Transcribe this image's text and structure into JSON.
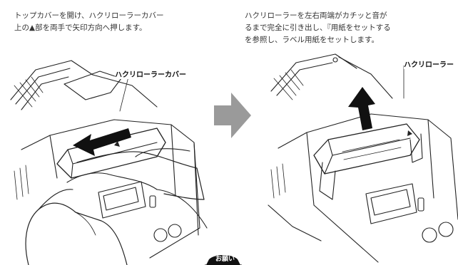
{
  "steps": [
    {
      "lines": [
        "トップカバーを開け、ハクリローラーカバー",
        "上の▲部を両手で矢印方向へ押します。"
      ],
      "callout": "ハクリローラーカバー"
    },
    {
      "lines": [
        "ハクリローラーを左右両端がカチッと音が",
        "るまで完全に引き出し、『用紙をセットする",
        "を参照し、ラベル用紙をセットします。"
      ],
      "callout": "ハクリローラー"
    }
  ],
  "notice": {
    "label": "お願い"
  },
  "icons": {
    "next_arrow": "right-arrow-icon",
    "push_arrow": "left-arrow-icon",
    "pull_arrow": "up-arrow-icon"
  },
  "colors": {
    "arrow": "#9a9a9a",
    "ink": "#222222",
    "action_arrow": "#111111"
  }
}
